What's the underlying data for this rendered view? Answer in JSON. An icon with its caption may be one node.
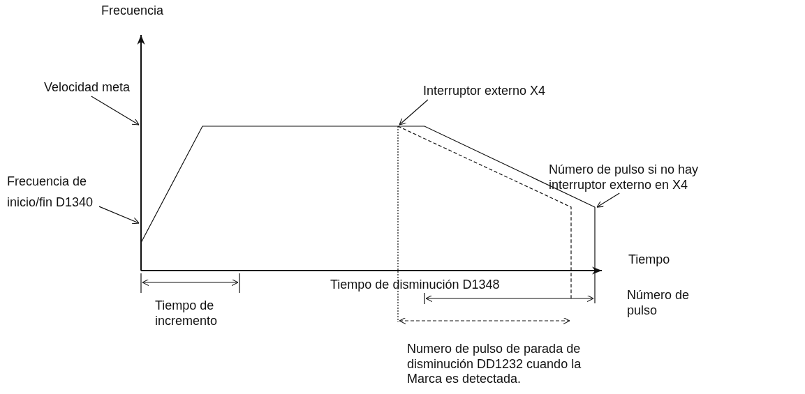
{
  "diagram": {
    "nodes": [
      {
        "text": [
          "Velocidad meta"
        ]
      },
      {
        "text": [
          "Frecuencia de inicio/fin D1340"
        ]
      },
      {
        "text": [
          "Interruptor externo X4"
        ]
      },
      {
        "text": [
          "Número de pulso si no hay interruptor externo en X4"
        ]
      }
    ],
    "edges": [
      {
        "from": 0,
        "to": null,
        "arrow": "to"
      },
      {
        "from": 1,
        "to": null,
        "arrow": "to"
      },
      {
        "from": 2,
        "to": null,
        "arrow": "to"
      },
      {
        "from": 3,
        "to": null,
        "arrow": "to"
      }
    ],
    "labels": [
      "Frecuencia",
      "Tiempo",
      "Tiempo de disminución D1348",
      "Número de pulso",
      "Tiempo de incremento",
      "Numero de pulso de parada de disminución DD1232 cuando la Marca es detectada."
    ]
  }
}
